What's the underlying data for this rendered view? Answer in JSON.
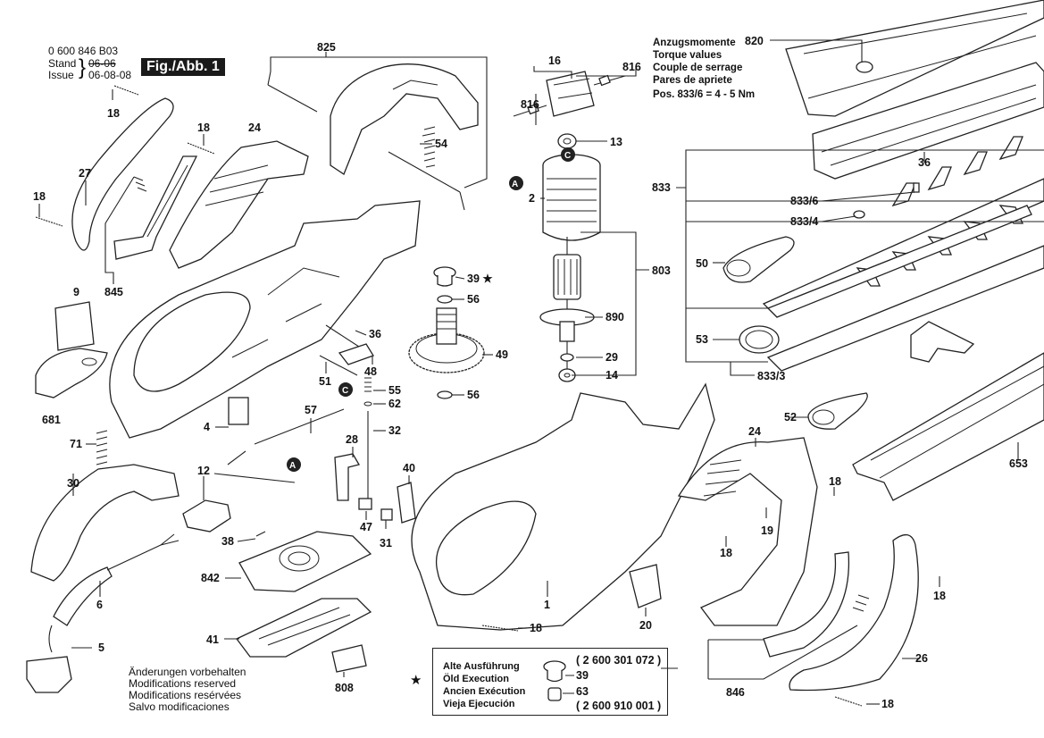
{
  "header": {
    "part_number": "0 600 846 B03",
    "stand_label": "Stand",
    "issue_label": "Issue",
    "stand_old_date": "06-06",
    "issue_date": "06-08-08",
    "figure_label": "Fig./Abb. 1"
  },
  "torque": {
    "lines": [
      "Anzugsmomente",
      "Torque values",
      "Couple de serrage",
      "Pares de apriete"
    ],
    "spec": "Pos. 833/6 = 4 - 5 Nm"
  },
  "notice": {
    "lines": [
      "Änderungen vorbehalten",
      "Modifications reserved",
      "Modifications resérvées",
      "Salvo modificaciones"
    ]
  },
  "old_execution": {
    "marker": "★",
    "lines": [
      "Alte Ausführung",
      "Öld Execution",
      "Ancien Exécution",
      "Vieja Ejecución"
    ],
    "top_number": "( 2 600 301 072 )",
    "bottom_number": "( 2 600 910 001 )",
    "part_a": "39",
    "part_b": "63"
  },
  "markers": {
    "A": "A",
    "C": "C"
  },
  "callouts": [
    {
      "id": "825",
      "label": "825"
    },
    {
      "id": "18a",
      "label": "18"
    },
    {
      "id": "18b",
      "label": "18"
    },
    {
      "id": "24a",
      "label": "24"
    },
    {
      "id": "27",
      "label": "27"
    },
    {
      "id": "18c",
      "label": "18"
    },
    {
      "id": "845",
      "label": "845"
    },
    {
      "id": "54",
      "label": "54"
    },
    {
      "id": "9",
      "label": "9"
    },
    {
      "id": "681",
      "label": "681"
    },
    {
      "id": "16",
      "label": "16"
    },
    {
      "id": "816a",
      "label": "816"
    },
    {
      "id": "816b",
      "label": "816"
    },
    {
      "id": "13",
      "label": "13"
    },
    {
      "id": "2",
      "label": "2"
    },
    {
      "id": "803",
      "label": "803"
    },
    {
      "id": "890",
      "label": "890"
    },
    {
      "id": "29",
      "label": "29"
    },
    {
      "id": "14",
      "label": "14"
    },
    {
      "id": "39",
      "label": "39 ★"
    },
    {
      "id": "56a",
      "label": "56"
    },
    {
      "id": "49",
      "label": "49"
    },
    {
      "id": "56b",
      "label": "56"
    },
    {
      "id": "36a",
      "label": "36"
    },
    {
      "id": "48",
      "label": "48"
    },
    {
      "id": "51",
      "label": "51"
    },
    {
      "id": "55",
      "label": "55"
    },
    {
      "id": "62",
      "label": "62"
    },
    {
      "id": "57",
      "label": "57"
    },
    {
      "id": "32",
      "label": "32"
    },
    {
      "id": "28",
      "label": "28"
    },
    {
      "id": "40",
      "label": "40"
    },
    {
      "id": "47",
      "label": "47"
    },
    {
      "id": "31",
      "label": "31"
    },
    {
      "id": "4",
      "label": "4"
    },
    {
      "id": "71",
      "label": "71"
    },
    {
      "id": "30",
      "label": "30"
    },
    {
      "id": "12",
      "label": "12"
    },
    {
      "id": "38",
      "label": "38"
    },
    {
      "id": "842",
      "label": "842"
    },
    {
      "id": "6",
      "label": "6"
    },
    {
      "id": "5",
      "label": "5"
    },
    {
      "id": "41",
      "label": "41"
    },
    {
      "id": "808",
      "label": "808"
    },
    {
      "id": "1",
      "label": "1"
    },
    {
      "id": "18d",
      "label": "18"
    },
    {
      "id": "20",
      "label": "20"
    },
    {
      "id": "820",
      "label": "820"
    },
    {
      "id": "36b",
      "label": "36"
    },
    {
      "id": "833",
      "label": "833"
    },
    {
      "id": "833_6",
      "label": "833/6"
    },
    {
      "id": "833_4",
      "label": "833/4"
    },
    {
      "id": "50",
      "label": "50"
    },
    {
      "id": "53",
      "label": "53"
    },
    {
      "id": "833_3",
      "label": "833/3"
    },
    {
      "id": "52",
      "label": "52"
    },
    {
      "id": "653",
      "label": "653"
    },
    {
      "id": "24b",
      "label": "24"
    },
    {
      "id": "18e",
      "label": "18"
    },
    {
      "id": "19",
      "label": "19"
    },
    {
      "id": "18f",
      "label": "18"
    },
    {
      "id": "18g",
      "label": "18"
    },
    {
      "id": "846",
      "label": "846"
    },
    {
      "id": "26",
      "label": "26"
    },
    {
      "id": "18h",
      "label": "18"
    }
  ]
}
